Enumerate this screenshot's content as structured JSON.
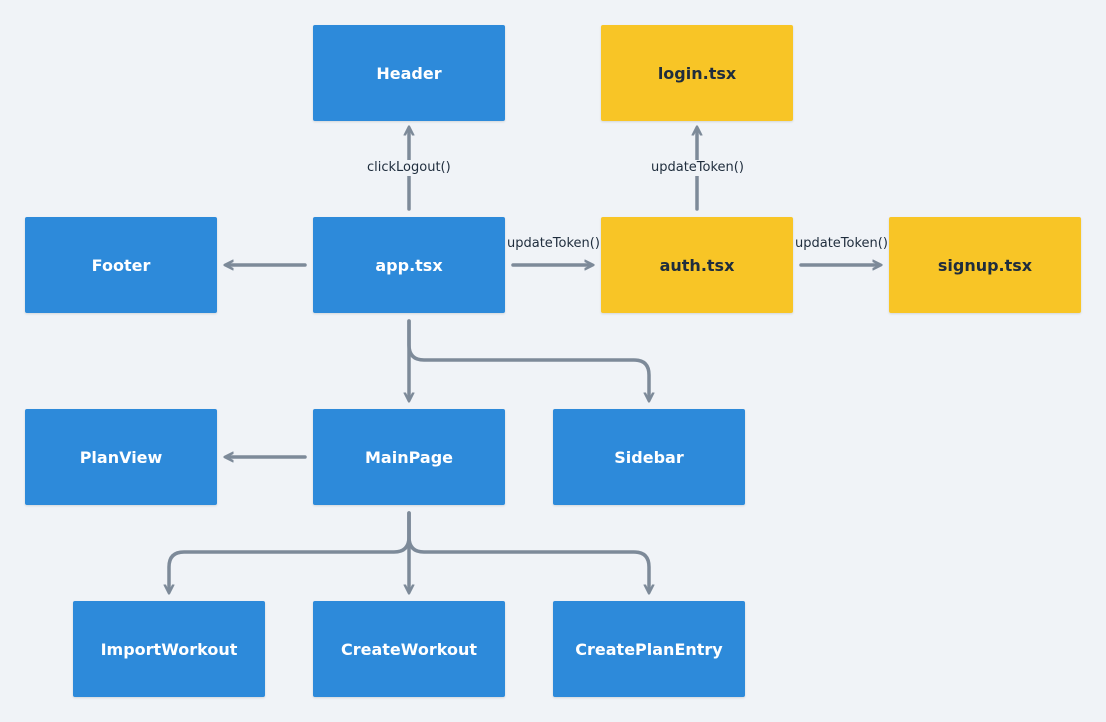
{
  "colors": {
    "background": "#f0f3f7",
    "component": "#2d8ada",
    "auth": "#f8c526",
    "connector": "#7d8a99"
  },
  "nodes": {
    "header": "Header",
    "login": "login.tsx",
    "footer": "Footer",
    "app": "app.tsx",
    "auth": "auth.tsx",
    "signup": "signup.tsx",
    "planview": "PlanView",
    "mainpage": "MainPage",
    "sidebar": "Sidebar",
    "importworkout": "ImportWorkout",
    "createworkout": "CreateWorkout",
    "createplanentry": "CreatePlanEntry"
  },
  "edge_labels": {
    "app_to_header": "clickLogout()",
    "auth_to_login": "updateToken()",
    "app_to_auth": "updateToken()",
    "auth_to_signup": "updateToken()"
  }
}
